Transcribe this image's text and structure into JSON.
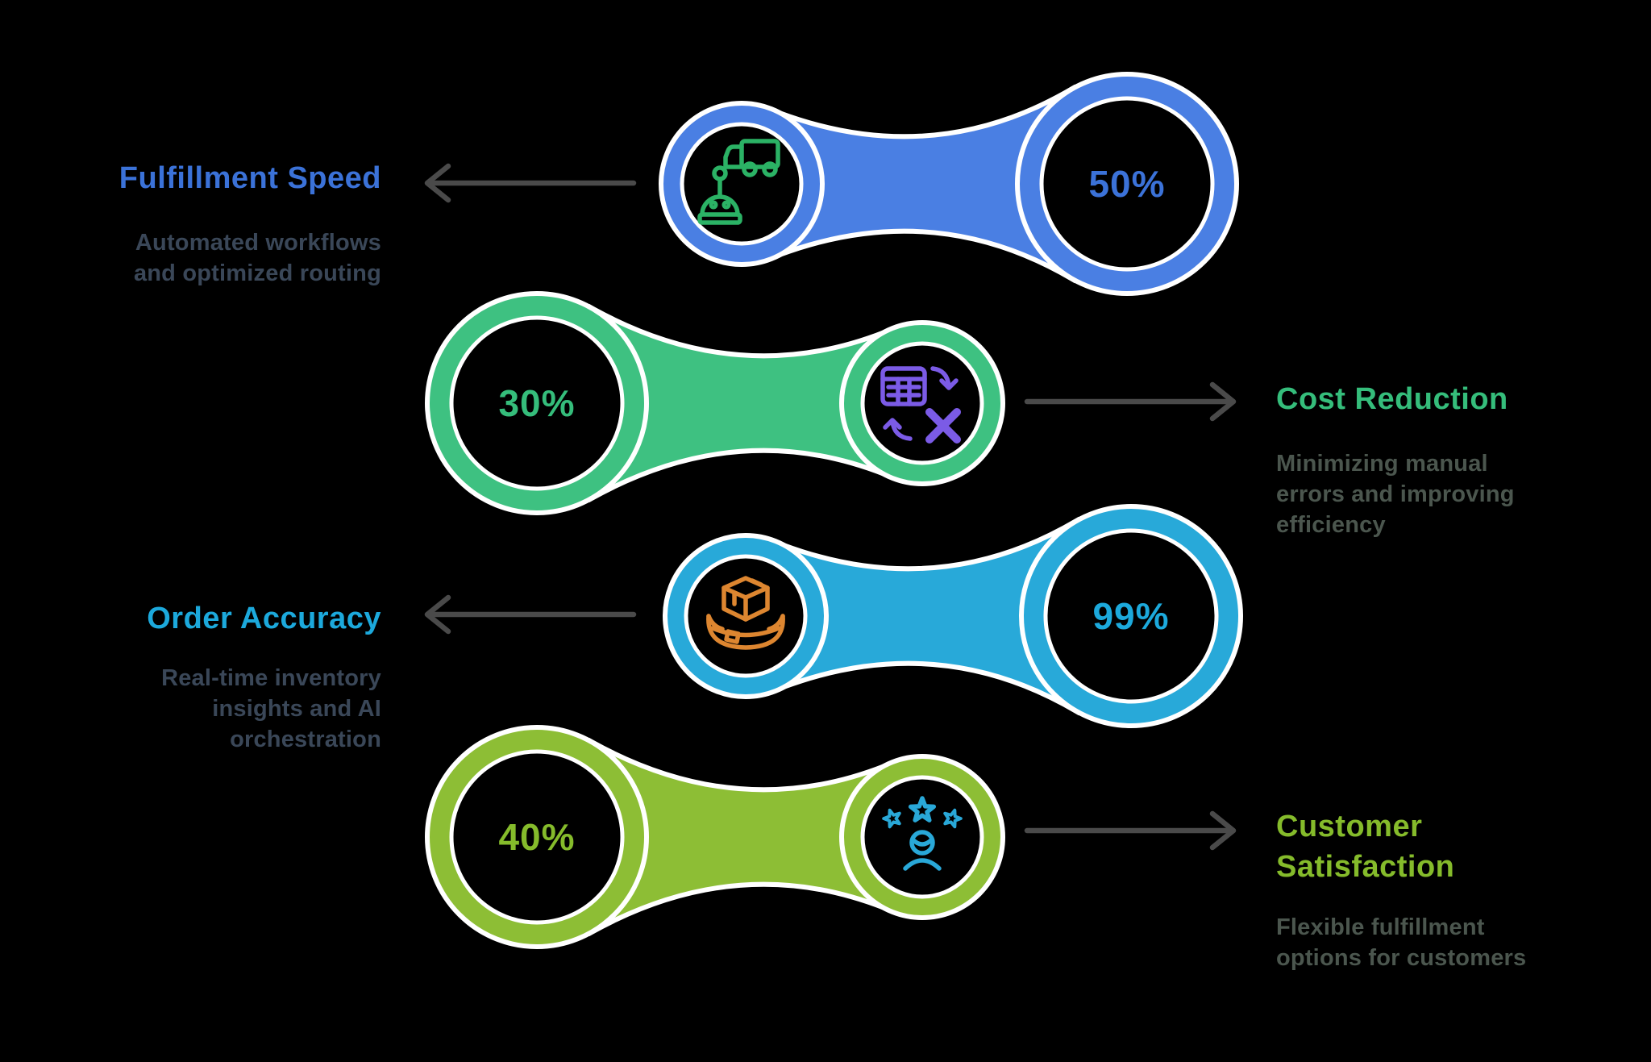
{
  "background": "#000000",
  "arrow_color": "#4A4A4A",
  "left_desc_color": "#3A4758",
  "right_desc_color": "#4B564E",
  "rows": [
    {
      "id": "fulfillment-speed",
      "title": "Fulfillment Speed",
      "title_lines": [
        "Fulfillment Speed"
      ],
      "desc_lines": [
        "Automated workflows",
        "and optimized routing"
      ],
      "value": "50%",
      "color": "#4A7FE3",
      "text_color": "#3B72D8",
      "icon": "robot-truck-icon",
      "icon_color": "#2BB265",
      "label_side": "left"
    },
    {
      "id": "cost-reduction",
      "title": "Cost Reduction",
      "title_lines": [
        "Cost Reduction"
      ],
      "desc_lines": [
        "Minimizing manual",
        "errors and improving",
        "efficiency"
      ],
      "value": "30%",
      "color": "#3EC181",
      "text_color": "#35BD7B",
      "icon": "data-conversion-icon",
      "icon_color": "#7B5BE6",
      "label_side": "right"
    },
    {
      "id": "order-accuracy",
      "title": "Order Accuracy",
      "title_lines": [
        "Order Accuracy"
      ],
      "desc_lines": [
        "Real-time inventory",
        "insights and AI",
        "orchestration"
      ],
      "value": "99%",
      "color": "#28A9D9",
      "text_color": "#1CA9DC",
      "icon": "package-delivery-icon",
      "icon_color": "#DD8630",
      "label_side": "left"
    },
    {
      "id": "customer-satisfaction",
      "title": "Customer Satisfaction",
      "title_lines": [
        "Customer",
        "Satisfaction"
      ],
      "desc_lines": [
        "Flexible fulfillment",
        "options for customers"
      ],
      "value": "40%",
      "color": "#8DBE35",
      "text_color": "#85BB2B",
      "icon": "customer-rating-icon",
      "icon_color": "#29A8D8",
      "label_side": "right"
    }
  ]
}
